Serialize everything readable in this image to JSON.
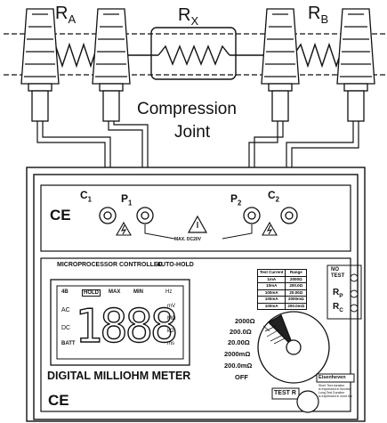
{
  "labels": {
    "ra_main": "R",
    "ra_sub": "A",
    "rx_main": "R",
    "rx_sub": "X",
    "rb_main": "R",
    "rb_sub": "B",
    "joint_line1": "Compression",
    "joint_line2": "Joint",
    "c1_main": "C",
    "c1_sub": "1",
    "p1_main": "P",
    "p1_sub": "1",
    "p2_main": "P",
    "p2_sub": "2",
    "c2_main": "C",
    "c2_sub": "2",
    "ce_top": "CE",
    "ce_bottom": "CE",
    "max_voltage": "MAX. DC20V"
  },
  "meter": {
    "header_left": "MICROPROCESSOR CONTROLLED",
    "header_right": "AUTO-HOLD",
    "title": "DIGITAL MILLIOHM METER",
    "display_digits": "1888",
    "lcd_top": [
      "HOLD",
      "MAX",
      "MIN",
      "Hz"
    ],
    "lcd_left": [
      "4B",
      "AC",
      "DC",
      "BATT"
    ],
    "lcd_right": [
      "mV",
      "MΩ",
      "kΩ",
      "ms"
    ],
    "spec_headers": [
      "Test Current",
      "Range"
    ],
    "spec_rows": [
      [
        "1mA",
        "2000Ω"
      ],
      [
        "10mA",
        "200.0Ω"
      ],
      [
        "100mA",
        "20.00Ω"
      ],
      [
        "100mA",
        "2000mΩ"
      ],
      [
        "100mA",
        "200.0mΩ"
      ]
    ],
    "side_buttons": [
      "NO TEST",
      "R",
      "R"
    ],
    "side_button_subs": [
      "",
      "P",
      "C"
    ],
    "ranges": [
      "2000Ω",
      "200.0Ω",
      "20.00Ω",
      "2000mΩ",
      "200.0mΩ",
      "OFF"
    ],
    "test_button": "TEST R",
    "brand": "Eisenheven",
    "notes": [
      "Short Test duration",
      "is expressed in function",
      "Long Test Duration",
      "is expressed in more tim"
    ]
  }
}
